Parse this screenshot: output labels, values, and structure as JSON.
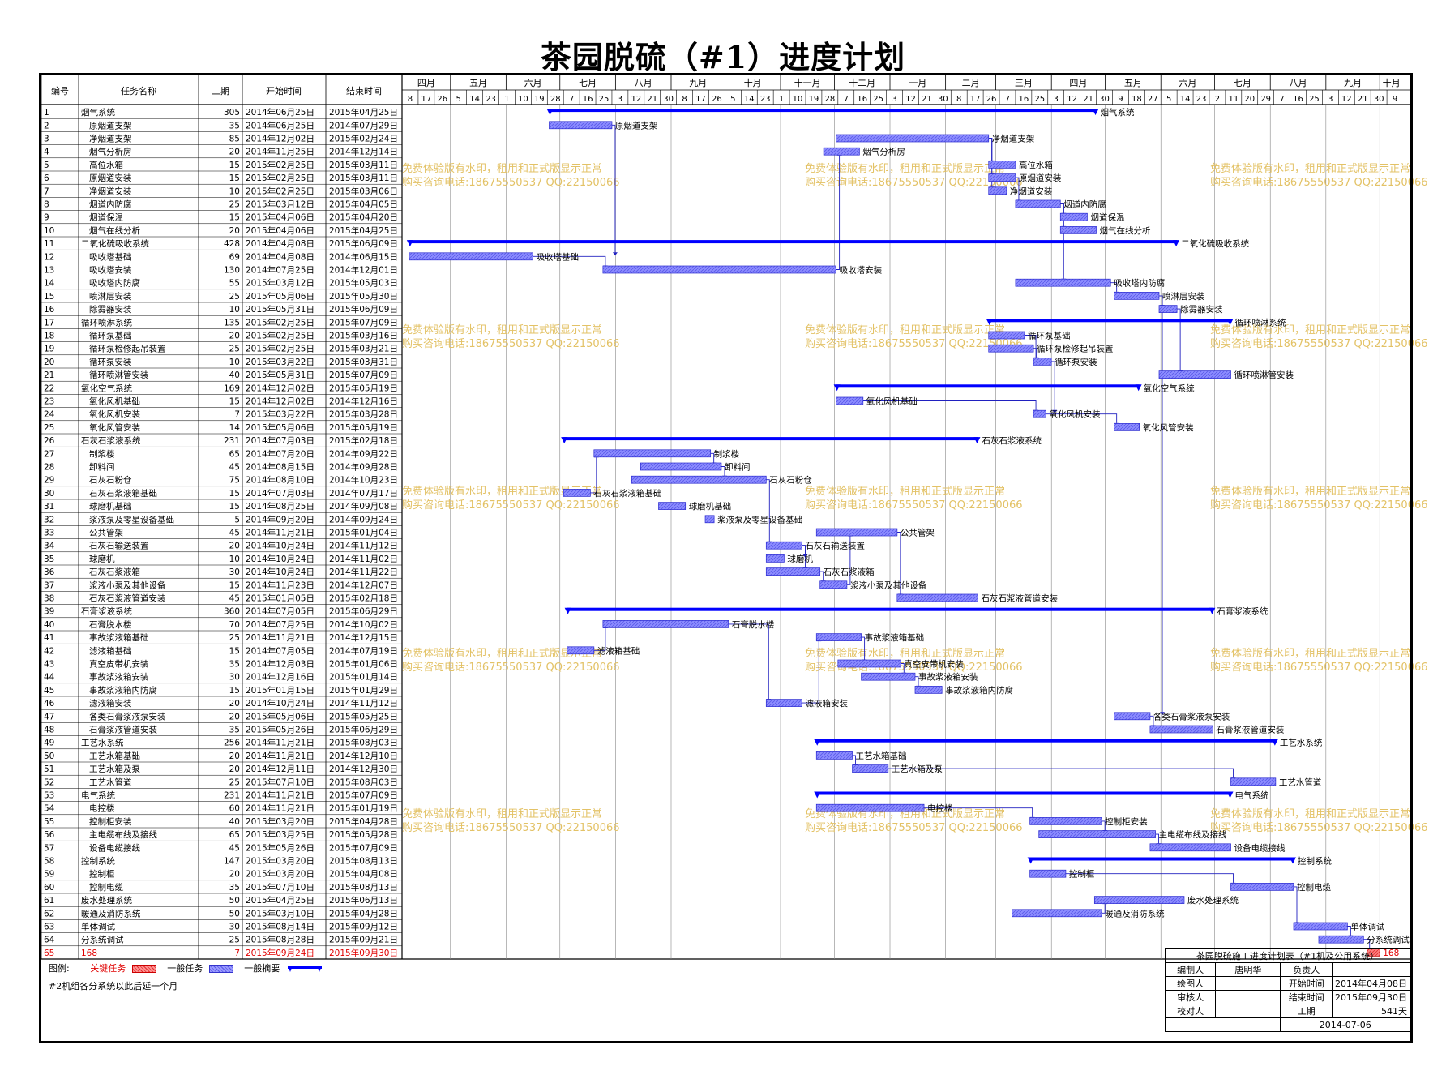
{
  "title": "茶园脱硫（#1）进度计划",
  "columns": {
    "id": "编号",
    "name": "任务名称",
    "dur": "工期",
    "start": "开始时间",
    "end": "结束时间"
  },
  "months": [
    "四月",
    "五月",
    "六月",
    "七月",
    "八月",
    "九月",
    "十月",
    "十一月",
    "十二月",
    "一月",
    "二月",
    "三月",
    "四月",
    "五月",
    "六月",
    "七月",
    "八月",
    "九月",
    "十月"
  ],
  "week_days": [
    "8",
    "17",
    "26",
    "5",
    "14",
    "23",
    "1",
    "10",
    "19",
    "28",
    "7",
    "16",
    "25",
    "3",
    "12",
    "21",
    "30",
    "8",
    "17",
    "26",
    "5",
    "14",
    "23",
    "1",
    "10",
    "19",
    "28",
    "7",
    "16",
    "25",
    "3",
    "12",
    "21",
    "30",
    "8",
    "17",
    "26",
    "7",
    "16",
    "25",
    "3",
    "12",
    "21",
    "30",
    "9",
    "18",
    "27",
    "5",
    "14",
    "23",
    "2",
    "11",
    "20",
    "29",
    "7",
    "16",
    "25",
    "3",
    "12",
    "21",
    "30",
    "9"
  ],
  "axis": {
    "start": "2014-04-04",
    "end": "2015-10-14"
  },
  "watermark": {
    "line1": "免费体验版有水印，租用和正式版显示正常",
    "line2": "购买咨询电话:18675550537 QQ:22150066"
  },
  "colors": {
    "task": "#8080ff",
    "summary": "#0000ff",
    "critical": "#ff6060",
    "link": "#2020c0",
    "watermark": "#e8c870"
  },
  "chart_data": {
    "type": "gantt",
    "tasks": [
      {
        "id": "1",
        "name": "烟气系统",
        "dur": "305",
        "start": "2014年06月25日",
        "end": "2015年04月25日",
        "s": "2014-06-25",
        "e": "2015-04-25",
        "kind": "summary",
        "level": 0
      },
      {
        "id": "2",
        "name": "原烟道支架",
        "dur": "35",
        "start": "2014年06月25日",
        "end": "2014年07月29日",
        "s": "2014-06-25",
        "e": "2014-07-29",
        "kind": "task",
        "level": 1
      },
      {
        "id": "3",
        "name": "净烟道支架",
        "dur": "85",
        "start": "2014年12月02日",
        "end": "2015年02月24日",
        "s": "2014-12-02",
        "e": "2015-02-24",
        "kind": "task",
        "level": 1
      },
      {
        "id": "4",
        "name": "烟气分析房",
        "dur": "20",
        "start": "2014年11月25日",
        "end": "2014年12月14日",
        "s": "2014-11-25",
        "e": "2014-12-14",
        "kind": "task",
        "level": 1
      },
      {
        "id": "5",
        "name": "高位水箱",
        "dur": "15",
        "start": "2015年02月25日",
        "end": "2015年03月11日",
        "s": "2015-02-25",
        "e": "2015-03-11",
        "kind": "task",
        "level": 1
      },
      {
        "id": "6",
        "name": "原烟道安装",
        "dur": "15",
        "start": "2015年02月25日",
        "end": "2015年03月11日",
        "s": "2015-02-25",
        "e": "2015-03-11",
        "kind": "task",
        "level": 1
      },
      {
        "id": "7",
        "name": "净烟道安装",
        "dur": "10",
        "start": "2015年02月25日",
        "end": "2015年03月06日",
        "s": "2015-02-25",
        "e": "2015-03-06",
        "kind": "task",
        "level": 1
      },
      {
        "id": "8",
        "name": "烟道内防腐",
        "dur": "25",
        "start": "2015年03月12日",
        "end": "2015年04月05日",
        "s": "2015-03-12",
        "e": "2015-04-05",
        "kind": "task",
        "level": 1
      },
      {
        "id": "9",
        "name": "烟道保温",
        "dur": "15",
        "start": "2015年04月06日",
        "end": "2015年04月20日",
        "s": "2015-04-06",
        "e": "2015-04-20",
        "kind": "task",
        "level": 1
      },
      {
        "id": "10",
        "name": "烟气在线分析",
        "dur": "20",
        "start": "2015年04月06日",
        "end": "2015年04月25日",
        "s": "2015-04-06",
        "e": "2015-04-25",
        "kind": "task",
        "level": 1
      },
      {
        "id": "11",
        "name": "二氧化硫吸收系统",
        "dur": "428",
        "start": "2014年04月08日",
        "end": "2015年06月09日",
        "s": "2014-04-08",
        "e": "2015-06-09",
        "kind": "summary",
        "level": 0
      },
      {
        "id": "12",
        "name": "吸收塔基础",
        "dur": "69",
        "start": "2014年04月08日",
        "end": "2014年06月15日",
        "s": "2014-04-08",
        "e": "2014-06-15",
        "kind": "task",
        "level": 1
      },
      {
        "id": "13",
        "name": "吸收塔安装",
        "dur": "130",
        "start": "2014年07月25日",
        "end": "2014年12月01日",
        "s": "2014-07-25",
        "e": "2014-12-01",
        "kind": "task",
        "level": 1
      },
      {
        "id": "14",
        "name": "吸收塔内防腐",
        "dur": "55",
        "start": "2015年03月12日",
        "end": "2015年05月03日",
        "s": "2015-03-12",
        "e": "2015-05-03",
        "kind": "task",
        "level": 1
      },
      {
        "id": "15",
        "name": "喷淋层安装",
        "dur": "25",
        "start": "2015年05月06日",
        "end": "2015年05月30日",
        "s": "2015-05-06",
        "e": "2015-05-30",
        "kind": "task",
        "level": 1
      },
      {
        "id": "16",
        "name": "除雾器安装",
        "dur": "10",
        "start": "2015年05月31日",
        "end": "2015年06月09日",
        "s": "2015-05-31",
        "e": "2015-06-09",
        "kind": "task",
        "level": 1
      },
      {
        "id": "17",
        "name": "循环喷淋系统",
        "dur": "135",
        "start": "2015年02月25日",
        "end": "2015年07月09日",
        "s": "2015-02-25",
        "e": "2015-07-09",
        "kind": "summary",
        "level": 0
      },
      {
        "id": "18",
        "name": "循环泵基础",
        "dur": "20",
        "start": "2015年02月25日",
        "end": "2015年03月16日",
        "s": "2015-02-25",
        "e": "2015-03-16",
        "kind": "task",
        "level": 1
      },
      {
        "id": "19",
        "name": "循环泵检修起吊装置",
        "dur": "25",
        "start": "2015年02月25日",
        "end": "2015年03月21日",
        "s": "2015-02-25",
        "e": "2015-03-21",
        "kind": "task",
        "level": 1
      },
      {
        "id": "20",
        "name": "循环泵安装",
        "dur": "10",
        "start": "2015年03月22日",
        "end": "2015年03月31日",
        "s": "2015-03-22",
        "e": "2015-03-31",
        "kind": "task",
        "level": 1
      },
      {
        "id": "21",
        "name": "循环喷淋管安装",
        "dur": "40",
        "start": "2015年05月31日",
        "end": "2015年07月09日",
        "s": "2015-05-31",
        "e": "2015-07-09",
        "kind": "task",
        "level": 1
      },
      {
        "id": "22",
        "name": "氧化空气系统",
        "dur": "169",
        "start": "2014年12月02日",
        "end": "2015年05月19日",
        "s": "2014-12-02",
        "e": "2015-05-19",
        "kind": "summary",
        "level": 0
      },
      {
        "id": "23",
        "name": "氧化风机基础",
        "dur": "15",
        "start": "2014年12月02日",
        "end": "2014年12月16日",
        "s": "2014-12-02",
        "e": "2014-12-16",
        "kind": "task",
        "level": 1
      },
      {
        "id": "24",
        "name": "氧化风机安装",
        "dur": "7",
        "start": "2015年03月22日",
        "end": "2015年03月28日",
        "s": "2015-03-22",
        "e": "2015-03-28",
        "kind": "task",
        "level": 1
      },
      {
        "id": "25",
        "name": "氧化风管安装",
        "dur": "14",
        "start": "2015年05月06日",
        "end": "2015年05月19日",
        "s": "2015-05-06",
        "e": "2015-05-19",
        "kind": "task",
        "level": 1
      },
      {
        "id": "26",
        "name": "石灰石浆液系统",
        "dur": "231",
        "start": "2014年07月03日",
        "end": "2015年02月18日",
        "s": "2014-07-03",
        "e": "2015-02-18",
        "kind": "summary",
        "level": 0
      },
      {
        "id": "27",
        "name": "制浆楼",
        "dur": "65",
        "start": "2014年07月20日",
        "end": "2014年09月22日",
        "s": "2014-07-20",
        "e": "2014-09-22",
        "kind": "task",
        "level": 1
      },
      {
        "id": "28",
        "name": "卸料间",
        "dur": "45",
        "start": "2014年08月15日",
        "end": "2014年09月28日",
        "s": "2014-08-15",
        "e": "2014-09-28",
        "kind": "task",
        "level": 1
      },
      {
        "id": "29",
        "name": "石灰石粉仓",
        "dur": "75",
        "start": "2014年08月10日",
        "end": "2014年10月23日",
        "s": "2014-08-10",
        "e": "2014-10-23",
        "kind": "task",
        "level": 1
      },
      {
        "id": "30",
        "name": "石灰石浆液箱基础",
        "dur": "15",
        "start": "2014年07月03日",
        "end": "2014年07月17日",
        "s": "2014-07-03",
        "e": "2014-07-17",
        "kind": "task",
        "level": 1
      },
      {
        "id": "31",
        "name": "球磨机基础",
        "dur": "15",
        "start": "2014年08月25日",
        "end": "2014年09月08日",
        "s": "2014-08-25",
        "e": "2014-09-08",
        "kind": "task",
        "level": 1
      },
      {
        "id": "32",
        "name": "浆液泵及零星设备基础",
        "dur": "5",
        "start": "2014年09月20日",
        "end": "2014年09月24日",
        "s": "2014-09-20",
        "e": "2014-09-24",
        "kind": "task",
        "level": 1
      },
      {
        "id": "33",
        "name": "公共管架",
        "dur": "45",
        "start": "2014年11月21日",
        "end": "2015年01月04日",
        "s": "2014-11-21",
        "e": "2015-01-04",
        "kind": "task",
        "level": 1
      },
      {
        "id": "34",
        "name": "石灰石输送装置",
        "dur": "20",
        "start": "2014年10月24日",
        "end": "2014年11月12日",
        "s": "2014-10-24",
        "e": "2014-11-12",
        "kind": "task",
        "level": 1
      },
      {
        "id": "35",
        "name": "球磨机",
        "dur": "10",
        "start": "2014年10月24日",
        "end": "2014年11月02日",
        "s": "2014-10-24",
        "e": "2014-11-02",
        "kind": "task",
        "level": 1
      },
      {
        "id": "36",
        "name": "石灰石浆液箱",
        "dur": "30",
        "start": "2014年10月24日",
        "end": "2014年11月22日",
        "s": "2014-10-24",
        "e": "2014-11-22",
        "kind": "task",
        "level": 1
      },
      {
        "id": "37",
        "name": "浆液小泵及其他设备",
        "dur": "15",
        "start": "2014年11月23日",
        "end": "2014年12月07日",
        "s": "2014-11-23",
        "e": "2014-12-07",
        "kind": "task",
        "level": 1
      },
      {
        "id": "38",
        "name": "石灰石浆液管道安装",
        "dur": "45",
        "start": "2015年01月05日",
        "end": "2015年02月18日",
        "s": "2015-01-05",
        "e": "2015-02-18",
        "kind": "task",
        "level": 1
      },
      {
        "id": "39",
        "name": "石膏浆液系统",
        "dur": "360",
        "start": "2014年07月05日",
        "end": "2015年06月29日",
        "s": "2014-07-05",
        "e": "2015-06-29",
        "kind": "summary",
        "level": 0
      },
      {
        "id": "40",
        "name": "石膏脱水楼",
        "dur": "70",
        "start": "2014年07月25日",
        "end": "2014年10月02日",
        "s": "2014-07-25",
        "e": "2014-10-02",
        "kind": "task",
        "level": 1
      },
      {
        "id": "41",
        "name": "事故浆液箱基础",
        "dur": "25",
        "start": "2014年11月21日",
        "end": "2014年12月15日",
        "s": "2014-11-21",
        "e": "2014-12-15",
        "kind": "task",
        "level": 1
      },
      {
        "id": "42",
        "name": "滤液箱基础",
        "dur": "15",
        "start": "2014年07月05日",
        "end": "2014年07月19日",
        "s": "2014-07-05",
        "e": "2014-07-19",
        "kind": "task",
        "level": 1
      },
      {
        "id": "43",
        "name": "真空皮带机安装",
        "dur": "35",
        "start": "2014年12月03日",
        "end": "2015年01月06日",
        "s": "2014-12-03",
        "e": "2015-01-06",
        "kind": "task",
        "level": 1
      },
      {
        "id": "44",
        "name": "事故浆液箱安装",
        "dur": "30",
        "start": "2014年12月16日",
        "end": "2015年01月14日",
        "s": "2014-12-16",
        "e": "2015-01-14",
        "kind": "task",
        "level": 1
      },
      {
        "id": "45",
        "name": "事故浆液箱内防腐",
        "dur": "15",
        "start": "2015年01月15日",
        "end": "2015年01月29日",
        "s": "2015-01-15",
        "e": "2015-01-29",
        "kind": "task",
        "level": 1
      },
      {
        "id": "46",
        "name": "滤液箱安装",
        "dur": "20",
        "start": "2014年10月24日",
        "end": "2014年11月12日",
        "s": "2014-10-24",
        "e": "2014-11-12",
        "kind": "task",
        "level": 1
      },
      {
        "id": "47",
        "name": "各类石膏浆液泵安装",
        "dur": "20",
        "start": "2015年05月06日",
        "end": "2015年05月25日",
        "s": "2015-05-06",
        "e": "2015-05-25",
        "kind": "task",
        "level": 1
      },
      {
        "id": "48",
        "name": "石膏浆液管道安装",
        "dur": "35",
        "start": "2015年05月26日",
        "end": "2015年06月29日",
        "s": "2015-05-26",
        "e": "2015-06-29",
        "kind": "task",
        "level": 1
      },
      {
        "id": "49",
        "name": "工艺水系统",
        "dur": "256",
        "start": "2014年11月21日",
        "end": "2015年08月03日",
        "s": "2014-11-21",
        "e": "2015-08-03",
        "kind": "summary",
        "level": 0
      },
      {
        "id": "50",
        "name": "工艺水箱基础",
        "dur": "20",
        "start": "2014年11月21日",
        "end": "2014年12月10日",
        "s": "2014-11-21",
        "e": "2014-12-10",
        "kind": "task",
        "level": 1
      },
      {
        "id": "51",
        "name": "工艺水箱及泵",
        "dur": "20",
        "start": "2014年12月11日",
        "end": "2014年12月30日",
        "s": "2014-12-11",
        "e": "2014-12-30",
        "kind": "task",
        "level": 1
      },
      {
        "id": "52",
        "name": "工艺水管道",
        "dur": "25",
        "start": "2015年07月10日",
        "end": "2015年08月03日",
        "s": "2015-07-10",
        "e": "2015-08-03",
        "kind": "task",
        "level": 1
      },
      {
        "id": "53",
        "name": "电气系统",
        "dur": "231",
        "start": "2014年11月21日",
        "end": "2015年07月09日",
        "s": "2014-11-21",
        "e": "2015-07-09",
        "kind": "summary",
        "level": 0
      },
      {
        "id": "54",
        "name": "电控楼",
        "dur": "60",
        "start": "2014年11月21日",
        "end": "2015年01月19日",
        "s": "2014-11-21",
        "e": "2015-01-19",
        "kind": "task",
        "level": 1
      },
      {
        "id": "55",
        "name": "控制柜安装",
        "dur": "40",
        "start": "2015年03月20日",
        "end": "2015年04月28日",
        "s": "2015-03-20",
        "e": "2015-04-28",
        "kind": "task",
        "level": 1
      },
      {
        "id": "56",
        "name": "主电缆布线及接线",
        "dur": "65",
        "start": "2015年03月25日",
        "end": "2015年05月28日",
        "s": "2015-03-25",
        "e": "2015-05-28",
        "kind": "task",
        "level": 1
      },
      {
        "id": "57",
        "name": "设备电缆接线",
        "dur": "45",
        "start": "2015年05月26日",
        "end": "2015年07月09日",
        "s": "2015-05-26",
        "e": "2015-07-09",
        "kind": "task",
        "level": 1
      },
      {
        "id": "58",
        "name": "控制系统",
        "dur": "147",
        "start": "2015年03月20日",
        "end": "2015年08月13日",
        "s": "2015-03-20",
        "e": "2015-08-13",
        "kind": "summary",
        "level": 0
      },
      {
        "id": "59",
        "name": "控制柜",
        "dur": "20",
        "start": "2015年03月20日",
        "end": "2015年04月08日",
        "s": "2015-03-20",
        "e": "2015-04-08",
        "kind": "task",
        "level": 1
      },
      {
        "id": "60",
        "name": "控制电缆",
        "dur": "35",
        "start": "2015年07月10日",
        "end": "2015年08月13日",
        "s": "2015-07-10",
        "e": "2015-08-13",
        "kind": "task",
        "level": 1
      },
      {
        "id": "61",
        "name": "废水处理系统",
        "dur": "50",
        "start": "2015年04月25日",
        "end": "2015年06月13日",
        "s": "2015-04-25",
        "e": "2015-06-13",
        "kind": "task",
        "level": 0
      },
      {
        "id": "62",
        "name": "暖通及消防系统",
        "dur": "50",
        "start": "2015年03月10日",
        "end": "2015年04月28日",
        "s": "2015-03-10",
        "e": "2015-04-28",
        "kind": "task",
        "level": 0
      },
      {
        "id": "63",
        "name": "单体调试",
        "dur": "30",
        "start": "2015年08月14日",
        "end": "2015年09月12日",
        "s": "2015-08-14",
        "e": "2015-09-12",
        "kind": "task",
        "level": 0
      },
      {
        "id": "64",
        "name": "分系统调试",
        "dur": "25",
        "start": "2015年08月28日",
        "end": "2015年09月21日",
        "s": "2015-08-28",
        "e": "2015-09-21",
        "kind": "task",
        "level": 0
      },
      {
        "id": "65",
        "name": "168",
        "dur": "7",
        "start": "2015年09月24日",
        "end": "2015年09月30日",
        "s": "2015-09-24",
        "e": "2015-09-30",
        "kind": "critical",
        "level": 0
      }
    ]
  },
  "legend": {
    "label": "图例:",
    "critical": "关键任务",
    "general": "一般任务",
    "summary": "一般摘要"
  },
  "note": "#2机组各分系统以此后延一个月",
  "titleblock": {
    "caption": "茶园脱硫施工进度计划表（#1机及公用系统）",
    "r1": [
      "编制人",
      "唐明华",
      "负责人",
      ""
    ],
    "r2": [
      "绘图人",
      "",
      "开始时间",
      "2014年04月08日"
    ],
    "r3": [
      "审核人",
      "",
      "结束时间",
      "2015年09月30日"
    ],
    "r4": [
      "校对人",
      "",
      "工期",
      "541天"
    ],
    "date": "2014-07-06"
  }
}
